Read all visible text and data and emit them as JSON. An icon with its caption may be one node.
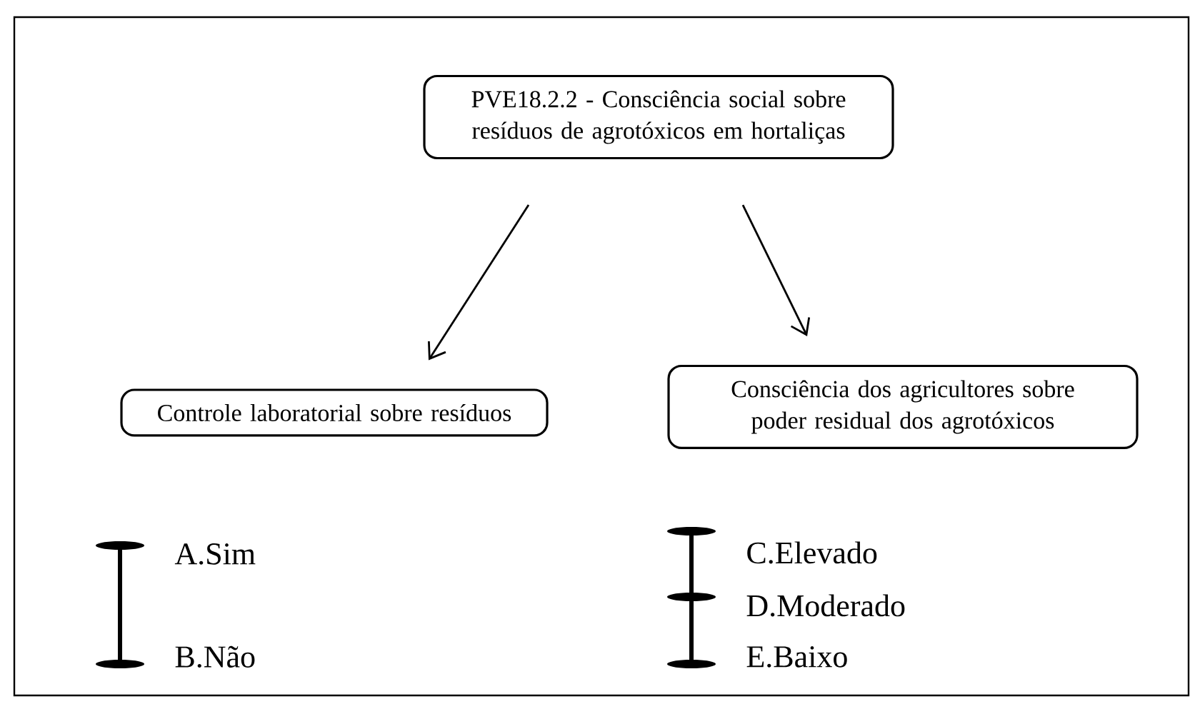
{
  "diagram": {
    "nodes": [
      {
        "text": [
          "PVE18.2.2 - Consciência social sobre resíduos de agrotóxicos em hortaliças"
        ]
      },
      {
        "text": [
          "Controle laboratorial sobre resíduos"
        ]
      },
      {
        "text": [
          "Consciência dos agricultores sobre poder residual dos agrotóxicos"
        ]
      }
    ],
    "edges": [
      {
        "from": 0,
        "to": 1,
        "arrow": "to"
      },
      {
        "from": 0,
        "to": 2,
        "arrow": "to"
      }
    ],
    "labels": [
      "A.Sim",
      "B.Não",
      "C.Elevado",
      "D.Moderado",
      "E.Baixo"
    ]
  }
}
